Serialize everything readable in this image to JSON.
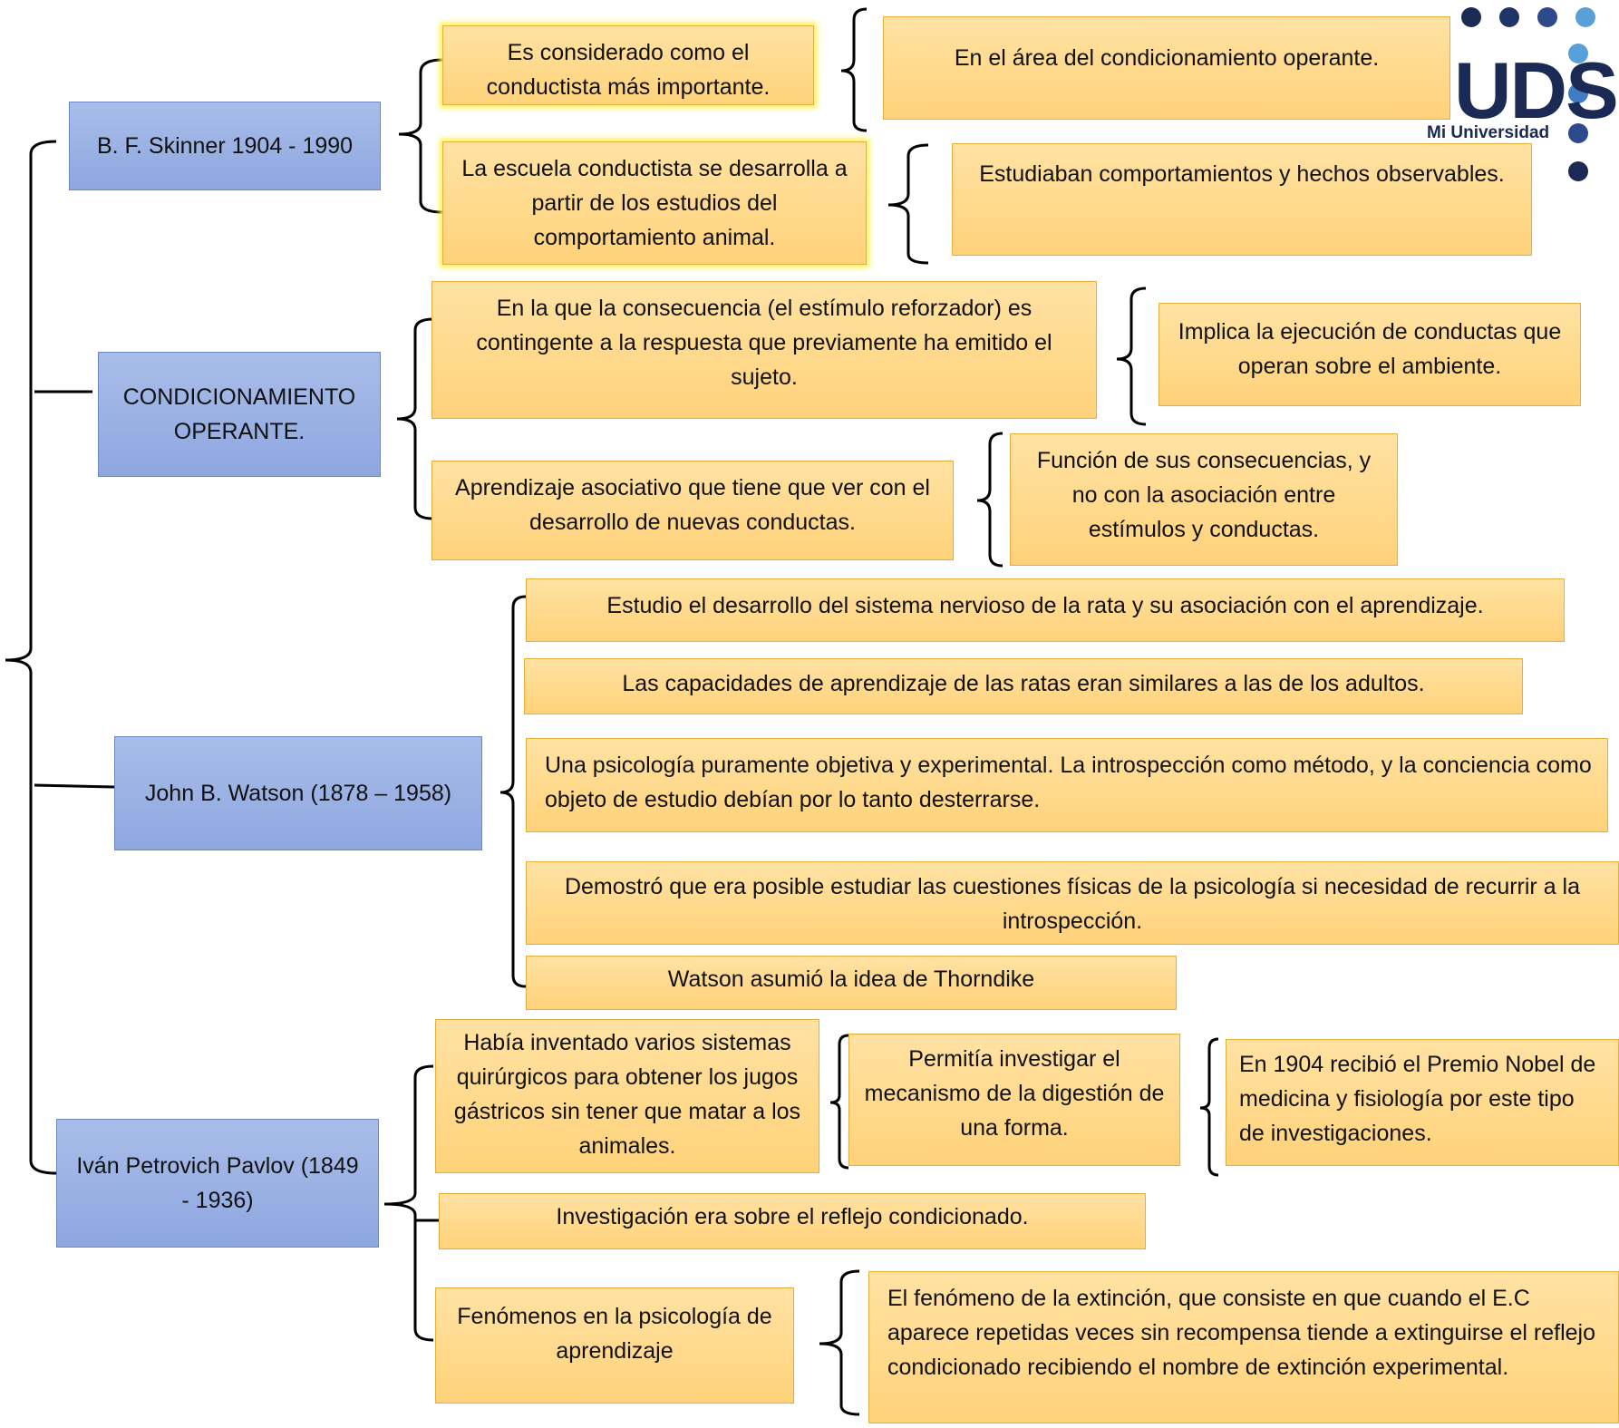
{
  "logo": {
    "text": "UDS",
    "subtitle": "Mi Universidad",
    "colors": [
      "#1b2a55",
      "#2c4a8c",
      "#3f7cc4",
      "#5aa0d8"
    ]
  },
  "nodes": {
    "skinner": "B. F. Skinner 1904 - 1990",
    "condicionamiento": "CONDICIONAMIENTO OPERANTE.",
    "watson": "John B. Watson (1878 – 1958)",
    "pavlov": "Iván Petrovich Pavlov (1849 - 1936)"
  },
  "skinner": {
    "item1": "Es considerado como el conductista más importante.",
    "item1_detail": "En el área del condicionamiento operante.",
    "item2": "La escuela conductista se desarrolla a partir de los estudios del comportamiento animal.",
    "item2_detail": "Estudiaban comportamientos y hechos observables."
  },
  "condicionamiento": {
    "item1": "En la que la consecuencia (el estímulo reforzador) es contingente a la respuesta que previamente ha emitido el sujeto.",
    "item1_detail": "Implica la ejecución de conductas que operan sobre el ambiente.",
    "item2": "Aprendizaje asociativo que tiene que ver con el desarrollo de nuevas conductas.",
    "item2_detail": "Función de sus consecuencias, y no con la asociación entre estímulos y conductas."
  },
  "watson": {
    "items": [
      "Estudio el desarrollo del sistema nervioso de la rata y su asociación con el aprendizaje.",
      "Las capacidades de aprendizaje de las ratas eran similares a las de los adultos.",
      "Una psicología puramente objetiva y experimental.  La introspección como método, y la conciencia como objeto de estudio debían por lo tanto desterrarse.",
      "Demostró que era posible estudiar las cuestiones físicas de la psicología si necesidad de recurrir a la introspección.",
      "Watson asumió la idea de Thorndike"
    ]
  },
  "pavlov": {
    "item1": "Había inventado varios sistemas quirúrgicos para obtener los jugos gástricos sin tener que matar a los animales.",
    "item1_detail": "Permitía  investigar el mecanismo de la digestión de una forma.",
    "item1_detail2": "En 1904 recibió el Premio Nobel de medicina y fisiología por este tipo de investigaciones.",
    "item2": "Investigación era sobre el reflejo condicionado.",
    "item3": "Fenómenos  en la psicología de aprendizaje",
    "item3_detail": "El  fenómeno de la extinción, que consiste en que cuando el E.C aparece repetidas veces sin recompensa tiende a extinguirse el reflejo condicionado recibiendo el nombre de extinción experimental."
  }
}
